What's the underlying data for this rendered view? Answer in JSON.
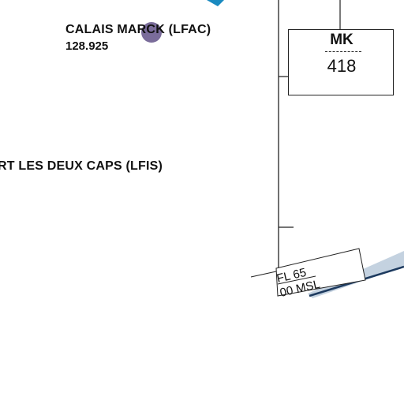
{
  "airports": [
    {
      "name": "CALAIS MARCK (LFAC)",
      "frequency": "128.925"
    },
    {
      "name": "RT LES DEUX CAPS (LFIS)"
    }
  ],
  "waypoint": {
    "ident": "MK",
    "frequency": "418"
  },
  "altitude_labels": {
    "flight_level": "FL 65",
    "msl": "00 MSL"
  },
  "colors": {
    "route_band": "#c4d2e0",
    "route_dark": "#1d3a5f",
    "airport_symbol": "#7a6c9a",
    "marker_blue": "#1a8ac0"
  }
}
